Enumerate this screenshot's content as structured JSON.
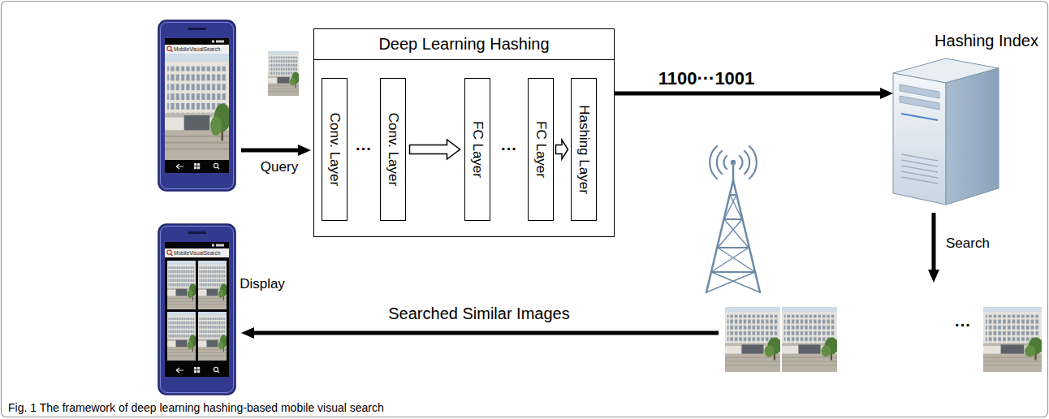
{
  "diagram": {
    "caption": "Fig. 1 The framework of deep learning hashing-based mobile visual search",
    "nodes": [
      {
        "text": [
          "Deep Learning Hashing"
        ]
      },
      {
        "text": [
          "Conv. Layer"
        ],
        "in": 0
      },
      {
        "text": [
          "Conv. Layer"
        ],
        "in": 0
      },
      {
        "text": [
          "FC Layer"
        ],
        "in": 0
      },
      {
        "text": [
          "FC Layer"
        ],
        "in": 0
      },
      {
        "text": [
          "Hashing Layer"
        ],
        "in": 0
      },
      {
        "text": [
          "Hashing Index"
        ]
      }
    ],
    "edges": [
      {
        "from": 2,
        "to": 3,
        "arrow": "to"
      },
      {
        "from": 4,
        "to": 5,
        "arrow": "to"
      },
      {
        "from": 0,
        "to": 6,
        "arrow": "to",
        "label": "1100···1001"
      }
    ],
    "labels": [
      "MobileVisualSearch",
      "Query",
      "···",
      "···",
      "Search",
      "···",
      "Searched Similar Images",
      "Display",
      "MobileVisualSearch"
    ]
  }
}
